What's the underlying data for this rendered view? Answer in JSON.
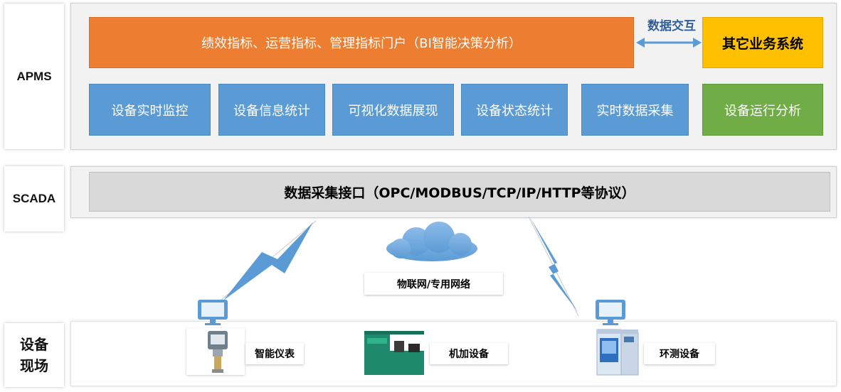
{
  "layers": {
    "apms": "APMS",
    "scada": "SCADA",
    "field_line1": "设备",
    "field_line2": "现场"
  },
  "apms": {
    "portal": "绩效指标、运营指标、管理指标门户（BI智能决策分析）",
    "exchange": "数据交互",
    "other_systems": "其它业务系统",
    "modules": [
      "设备实时监控",
      "设备信息统计",
      "可视化数据展现",
      "设备状态统计",
      "实时数据采集",
      "设备运行分析"
    ]
  },
  "scada": {
    "interface": "数据采集接口（OPC/MODBUS/TCP/IP/HTTP等协议）"
  },
  "network": {
    "label": "物联网/专用网络"
  },
  "devices": [
    "智能仪表",
    "机加设备",
    "环测设备"
  ],
  "colors": {
    "orange": "#ed7d31",
    "yellow": "#ffc000",
    "blue": "#5b9bd5",
    "green": "#70ad47",
    "gray": "#d9d9d9",
    "exchange_text": "#2e5d9a"
  }
}
